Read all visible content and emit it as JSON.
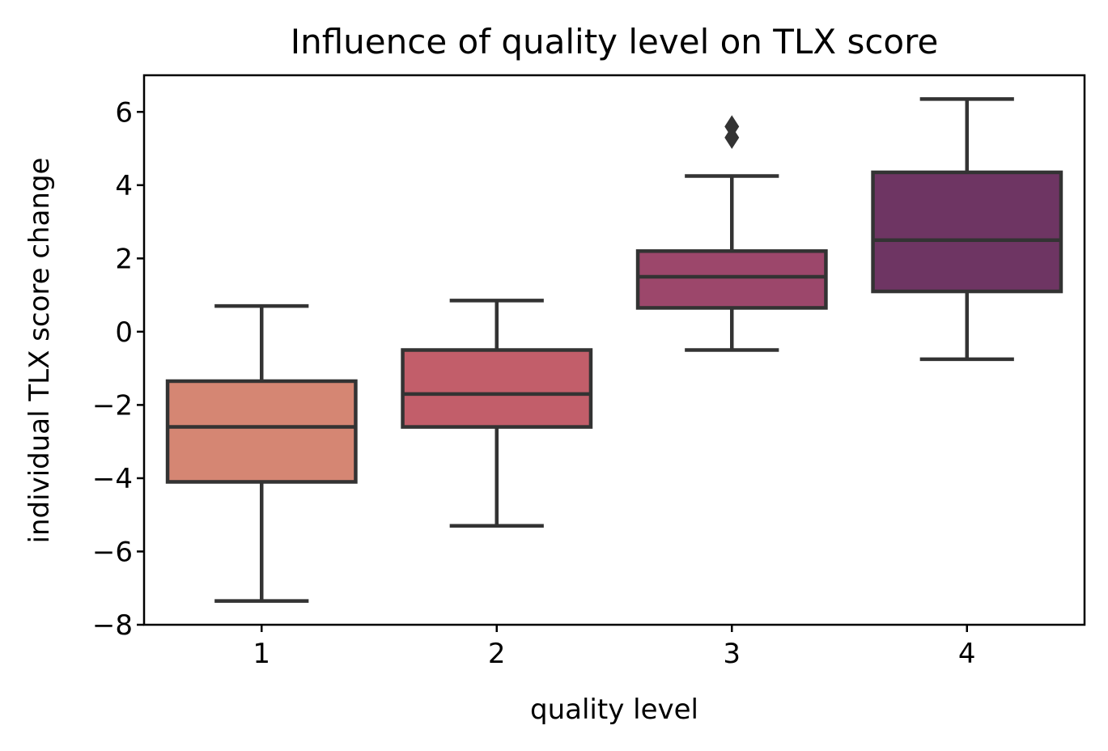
{
  "chart_data": {
    "type": "box",
    "title": "Influence of quality level on TLX score",
    "xlabel": "quality level",
    "ylabel": "individual TLX score change",
    "ylim": [
      -8,
      7
    ],
    "yticks": [
      -8,
      -6,
      -4,
      -2,
      0,
      2,
      4,
      6
    ],
    "ytick_labels": [
      "−8",
      "−6",
      "−4",
      "−2",
      "0",
      "2",
      "4",
      "6"
    ],
    "categories": [
      "1",
      "2",
      "3",
      "4"
    ],
    "grid": false,
    "boxes": [
      {
        "category": "1",
        "whisker_low": -7.35,
        "q1": -4.1,
        "median": -2.6,
        "q3": -1.35,
        "whisker_high": 0.7,
        "outliers": [],
        "color": "#d58673"
      },
      {
        "category": "2",
        "whisker_low": -5.3,
        "q1": -2.6,
        "median": -1.7,
        "q3": -0.5,
        "whisker_high": 0.85,
        "outliers": [],
        "color": "#c25e6a"
      },
      {
        "category": "3",
        "whisker_low": -0.5,
        "q1": 0.65,
        "median": 1.5,
        "q3": 2.2,
        "whisker_high": 4.25,
        "outliers": [
          5.3,
          5.6
        ],
        "color": "#9c476b"
      },
      {
        "category": "4",
        "whisker_low": -0.75,
        "q1": 1.1,
        "median": 2.5,
        "q3": 4.35,
        "whisker_high": 6.35,
        "outliers": [],
        "color": "#6e3563"
      }
    ]
  }
}
